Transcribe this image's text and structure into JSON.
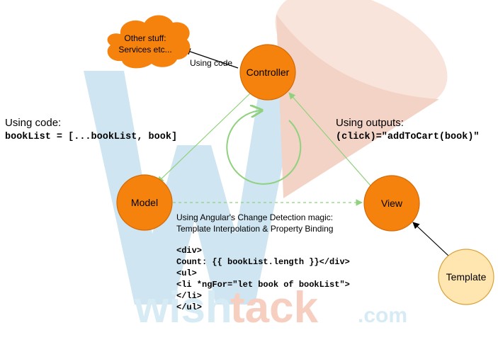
{
  "watermark": {
    "wordmark_main": "wishtack",
    "wordmark_suffix": ".com",
    "colors": {
      "w_letter": "#cfe5f1",
      "cone": "#f3d3c6",
      "cone_rim": "#f9e4dc",
      "wish": "#d7ebf5",
      "tack": "#f6cfc1",
      "suffix": "#d7ebf5"
    }
  },
  "nodes": {
    "controller": {
      "label": "Controller",
      "color": "#f5820d",
      "stroke": "#d46a05"
    },
    "model": {
      "label": "Model",
      "color": "#f5820d",
      "stroke": "#d46a05"
    },
    "view": {
      "label": "View",
      "color": "#f5820d",
      "stroke": "#d46a05"
    },
    "template": {
      "label": "Template",
      "color": "#ffe6b0",
      "stroke": "#d9a23a"
    },
    "other_stuff": {
      "lines": [
        "Other stuff:",
        "Services etc..."
      ],
      "color": "#f5820d"
    }
  },
  "edges": {
    "controller_to_other": {
      "label": "Using code"
    },
    "controller_to_model": {
      "color": "#8fd17c"
    },
    "view_to_controller": {
      "color": "#8fd17c"
    },
    "model_to_view": {
      "color": "#8fd17c"
    },
    "template_to_view": {
      "color": "#000000"
    },
    "cycle": {
      "color": "#8fd17c"
    }
  },
  "annotations": {
    "using_code": {
      "title": "Using code:",
      "code": "bookList = [...bookList, book]"
    },
    "using_outputs": {
      "title": "Using outputs:",
      "code": "(click)=\"addToCart(book)\""
    },
    "change_detection": {
      "lines": [
        "Using Angular's Change Detection magic:",
        "Template Interpolation & Property Binding"
      ],
      "code": [
        "<div>",
        "Count: {{ bookList.length }}</div>",
        "<ul>",
        "<li *ngFor=\"let book of bookList\">",
        "</li>",
        "</ul>"
      ]
    }
  }
}
